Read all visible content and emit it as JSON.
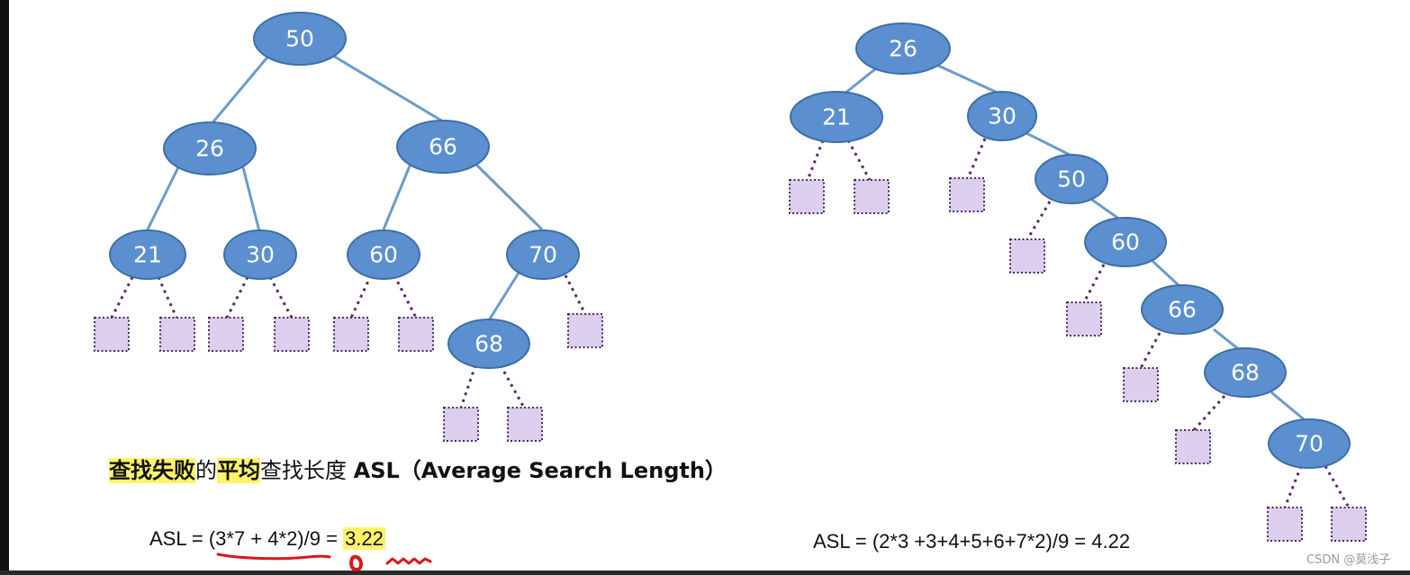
{
  "left_tree": {
    "nodes": [
      "50",
      "26",
      "66",
      "21",
      "30",
      "60",
      "70",
      "68"
    ]
  },
  "right_tree": {
    "nodes": [
      "26",
      "21",
      "30",
      "50",
      "60",
      "66",
      "68",
      "70"
    ]
  },
  "caption": {
    "part1": "查找失败",
    "part2": "的",
    "part3": "平均",
    "part4": "查找长度 ",
    "part5": "ASL（Average Search Length）"
  },
  "formula_left": {
    "expr": "ASL = (3*7 + 4*2)/9 = ",
    "result": "3.22"
  },
  "formula_right": {
    "text": "ASL = (2*3 +3+4+5+6+7*2)/9 = 4.22"
  },
  "watermark": "CSDN @莫浅子",
  "colors": {
    "node_fill": "#5b8fd0",
    "leaf_fill": "#dccfee",
    "highlight": "#fff36a",
    "annotation_ink": "#d81818"
  }
}
